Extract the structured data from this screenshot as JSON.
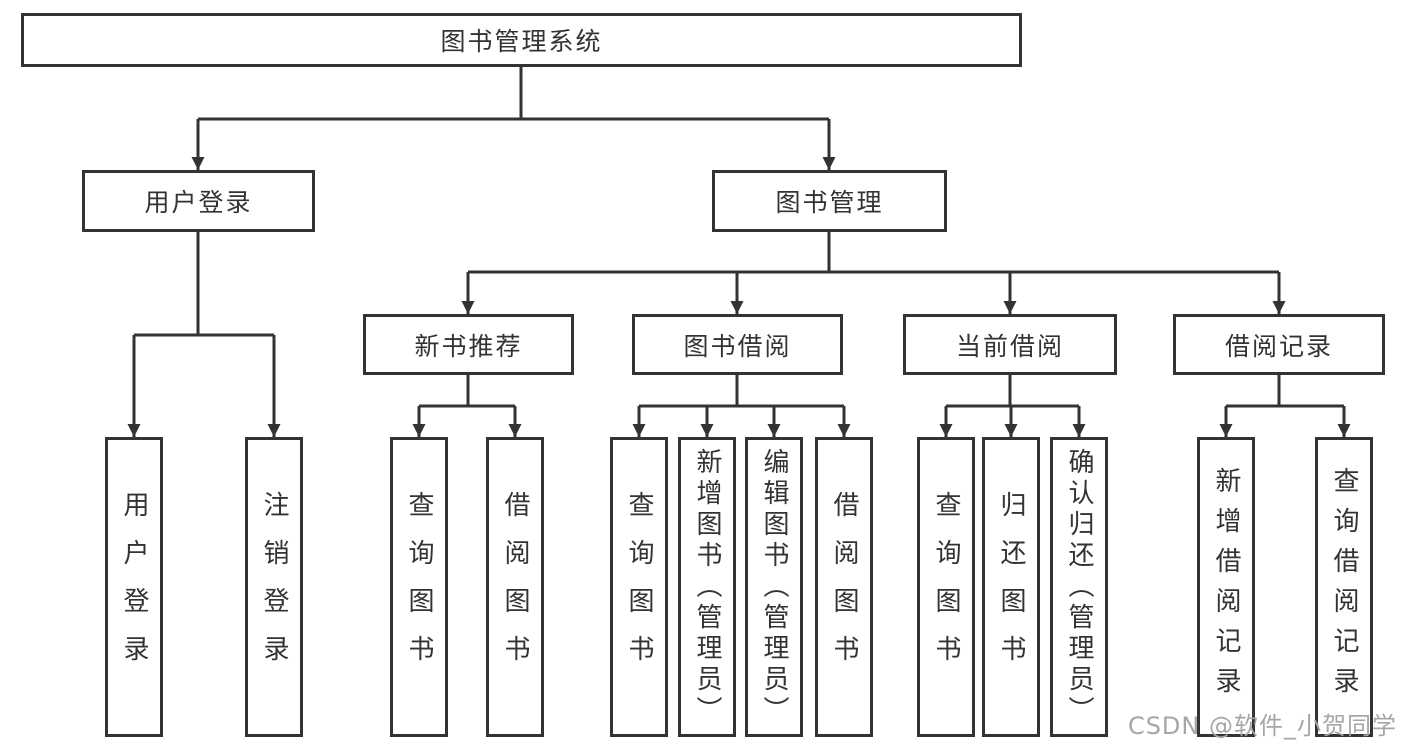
{
  "colors": {
    "line": "#333333",
    "box_border": "#333333",
    "text": "#333333",
    "background": "#ffffff",
    "watermark": "#a6a6a6"
  },
  "watermark": {
    "text": "CSDN @软件_小贺同学"
  },
  "diagram": {
    "type": "tree",
    "root_label": "图书管理系统",
    "nodes": [
      {
        "id": "root",
        "label": "图书管理系统",
        "level": 1,
        "parent": null
      },
      {
        "id": "user-login",
        "label": "用户登录",
        "level": 2,
        "parent": "root"
      },
      {
        "id": "book-mgmt",
        "label": "图书管理",
        "level": 2,
        "parent": "root"
      },
      {
        "id": "new-book-rec",
        "label": "新书推荐",
        "level": 3,
        "parent": "book-mgmt"
      },
      {
        "id": "book-borrow",
        "label": "图书借阅",
        "level": 3,
        "parent": "book-mgmt"
      },
      {
        "id": "current-borrow",
        "label": "当前借阅",
        "level": 3,
        "parent": "book-mgmt"
      },
      {
        "id": "borrow-record",
        "label": "借阅记录",
        "level": 3,
        "parent": "book-mgmt"
      },
      {
        "id": "user-login-leaf",
        "label": "用户登录",
        "level": 4,
        "parent": "user-login"
      },
      {
        "id": "logout-leaf",
        "label": "注销登录",
        "level": 4,
        "parent": "user-login"
      },
      {
        "id": "rec-query-books",
        "label": "查询图书",
        "level": 4,
        "parent": "new-book-rec"
      },
      {
        "id": "rec-borrow-books",
        "label": "借阅图书",
        "level": 4,
        "parent": "new-book-rec"
      },
      {
        "id": "bb-query-books",
        "label": "查询图书",
        "level": 4,
        "parent": "book-borrow"
      },
      {
        "id": "bb-add-books",
        "label": "新增图书（管理员）",
        "level": 4,
        "parent": "book-borrow"
      },
      {
        "id": "bb-edit-books",
        "label": "编辑图书（管理员）",
        "level": 4,
        "parent": "book-borrow"
      },
      {
        "id": "bb-borrow-books",
        "label": "借阅图书",
        "level": 4,
        "parent": "book-borrow"
      },
      {
        "id": "cb-query-books",
        "label": "查询图书",
        "level": 4,
        "parent": "current-borrow"
      },
      {
        "id": "cb-return-books",
        "label": "归还图书",
        "level": 4,
        "parent": "current-borrow"
      },
      {
        "id": "cb-confirm-return",
        "label": "确认归还（管理员）",
        "level": 4,
        "parent": "current-borrow"
      },
      {
        "id": "br-add-record",
        "label": "新增借阅记录",
        "level": 4,
        "parent": "borrow-record"
      },
      {
        "id": "br-query-record",
        "label": "查询借阅记录",
        "level": 4,
        "parent": "borrow-record"
      }
    ]
  }
}
